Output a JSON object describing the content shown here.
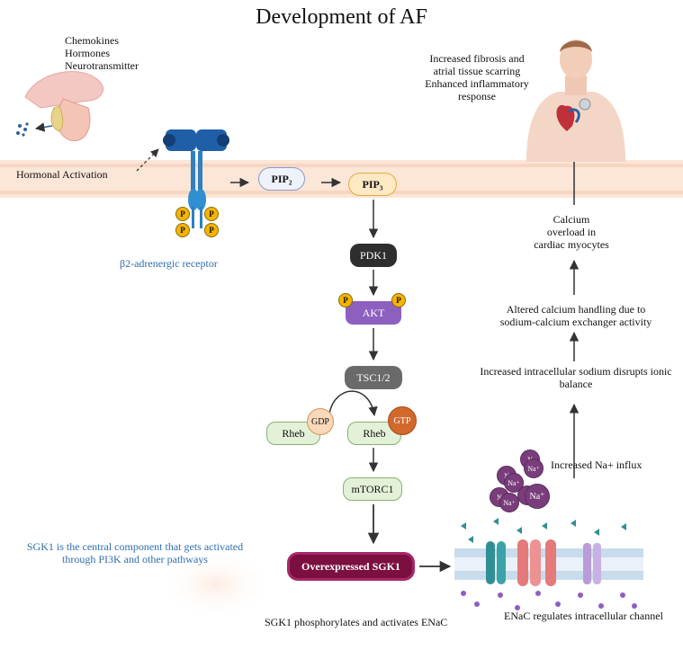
{
  "title": "Development of AF",
  "signals": [
    "Chemokines",
    "Hormones",
    "Neurotransmitter"
  ],
  "hormonal_activation": "Hormonal Activation",
  "receptor_label": "β2-adrenergic receptor",
  "phospho": "P",
  "pathway": {
    "pip2": "PIP₂",
    "pip3": "PIP₃",
    "pdk1": "PDK1",
    "akt": "AKT",
    "tsc": "TSC1/2",
    "rheb": "Rheb",
    "gdp": "GDP",
    "gtp": "GTP",
    "mtorc1": "mTORC1",
    "sgk1": "Overexpressed  SGK1"
  },
  "sgk1_note": [
    "SGK1 is the  central component that gets activated",
    "through PI3K and other pathways"
  ],
  "sgk1_phos": "SGK1 phosphorylates and activates ENaC",
  "enac_label": "ENaC regulates intracellular channel",
  "na_influx": "Increased Na+ influx",
  "na_ion": "Na⁺",
  "na_partial": "N",
  "steps": {
    "sodium": [
      "Increased intracellular sodium disrupts ionic",
      "balance"
    ],
    "calcium_handling": [
      "Altered calcium handling due to",
      "sodium-calcium exchanger activity"
    ],
    "calcium_overload": [
      "Calcium",
      "overload in",
      "cardiac myocytes"
    ],
    "outcome": [
      "Increased fibrosis and",
      "atrial tissue scarring",
      "Enhanced inflammatory",
      "response"
    ]
  },
  "colors": {
    "membrane": "#fbe6d7",
    "receptor": "#1f5fa8",
    "sgk1": "#7b1040",
    "akt": "#8d5fbf",
    "sodium": "#7a3d7b",
    "enac_teal": "#2f8f95",
    "enac_pink": "#e57a7a",
    "enac_lilac": "#b99cd8"
  }
}
